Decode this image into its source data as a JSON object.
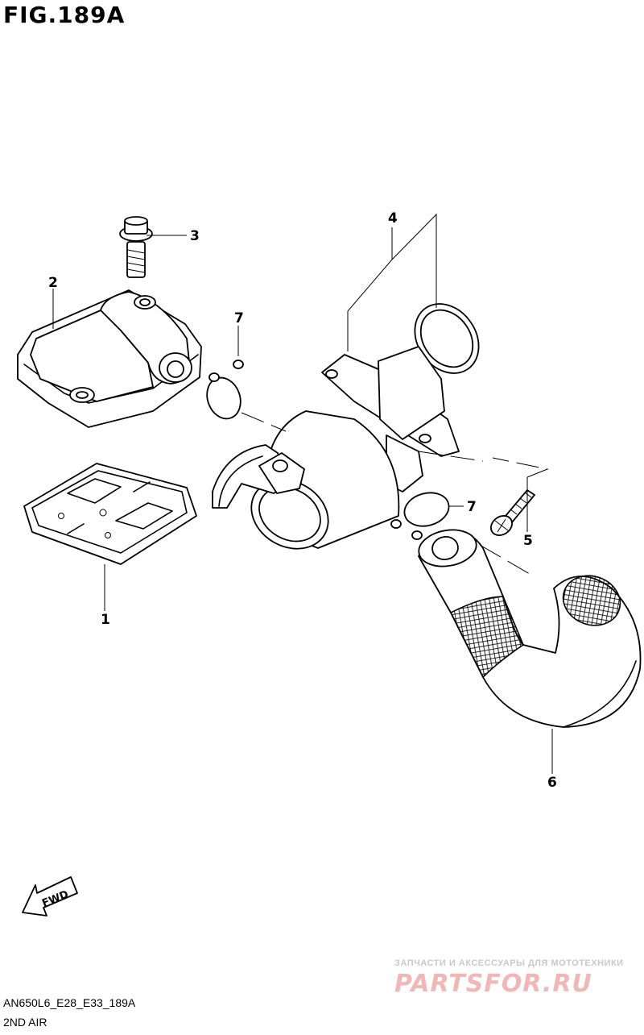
{
  "figure": {
    "title": "FIG.189A",
    "code": "AN650L6_E28_E33_189A",
    "name": "2ND AIR"
  },
  "callouts": {
    "c1": "1",
    "c2": "2",
    "c3": "3",
    "c4": "4",
    "c5": "5",
    "c6": "6",
    "c7a": "7",
    "c7b": "7"
  },
  "fwd_label": "FWD",
  "watermark": {
    "tagline": "ЗАПЧАСТИ И АКСЕССУАРЫ ДЛЯ МОТОТЕХНИКИ",
    "logo": "PARTSFOR.RU"
  }
}
